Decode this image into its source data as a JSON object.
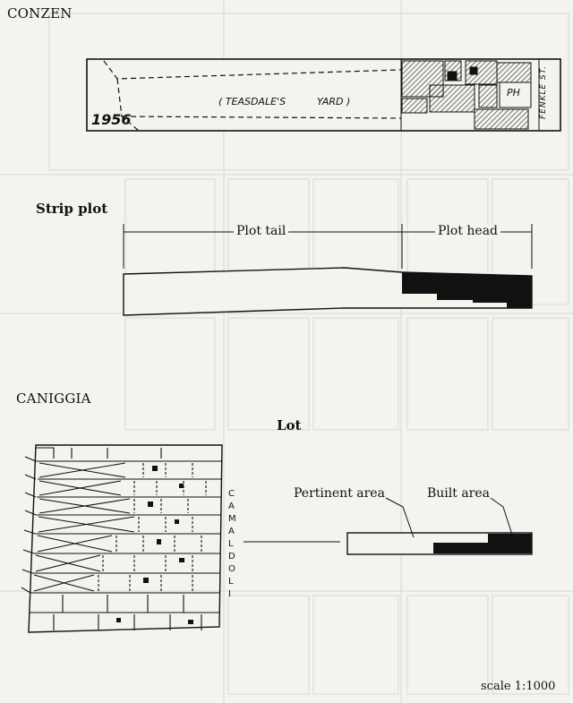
{
  "conzen": {
    "heading": "CONZEN",
    "year": "1956",
    "yard_label": "( TEASDALE'S          YARD )",
    "pub_label": "PH",
    "street_label": "FENKLE ST."
  },
  "strip_plot": {
    "heading": "Strip plot",
    "tail_label": "Plot tail",
    "head_label": "Plot head"
  },
  "caniggia": {
    "heading": "CANIGGIA",
    "street_label": "CAMALDOLI"
  },
  "lot": {
    "heading": "Lot",
    "pertinent_label": "Pertinent area",
    "built_label": "Built area"
  },
  "scale_label": "scale 1:1000"
}
